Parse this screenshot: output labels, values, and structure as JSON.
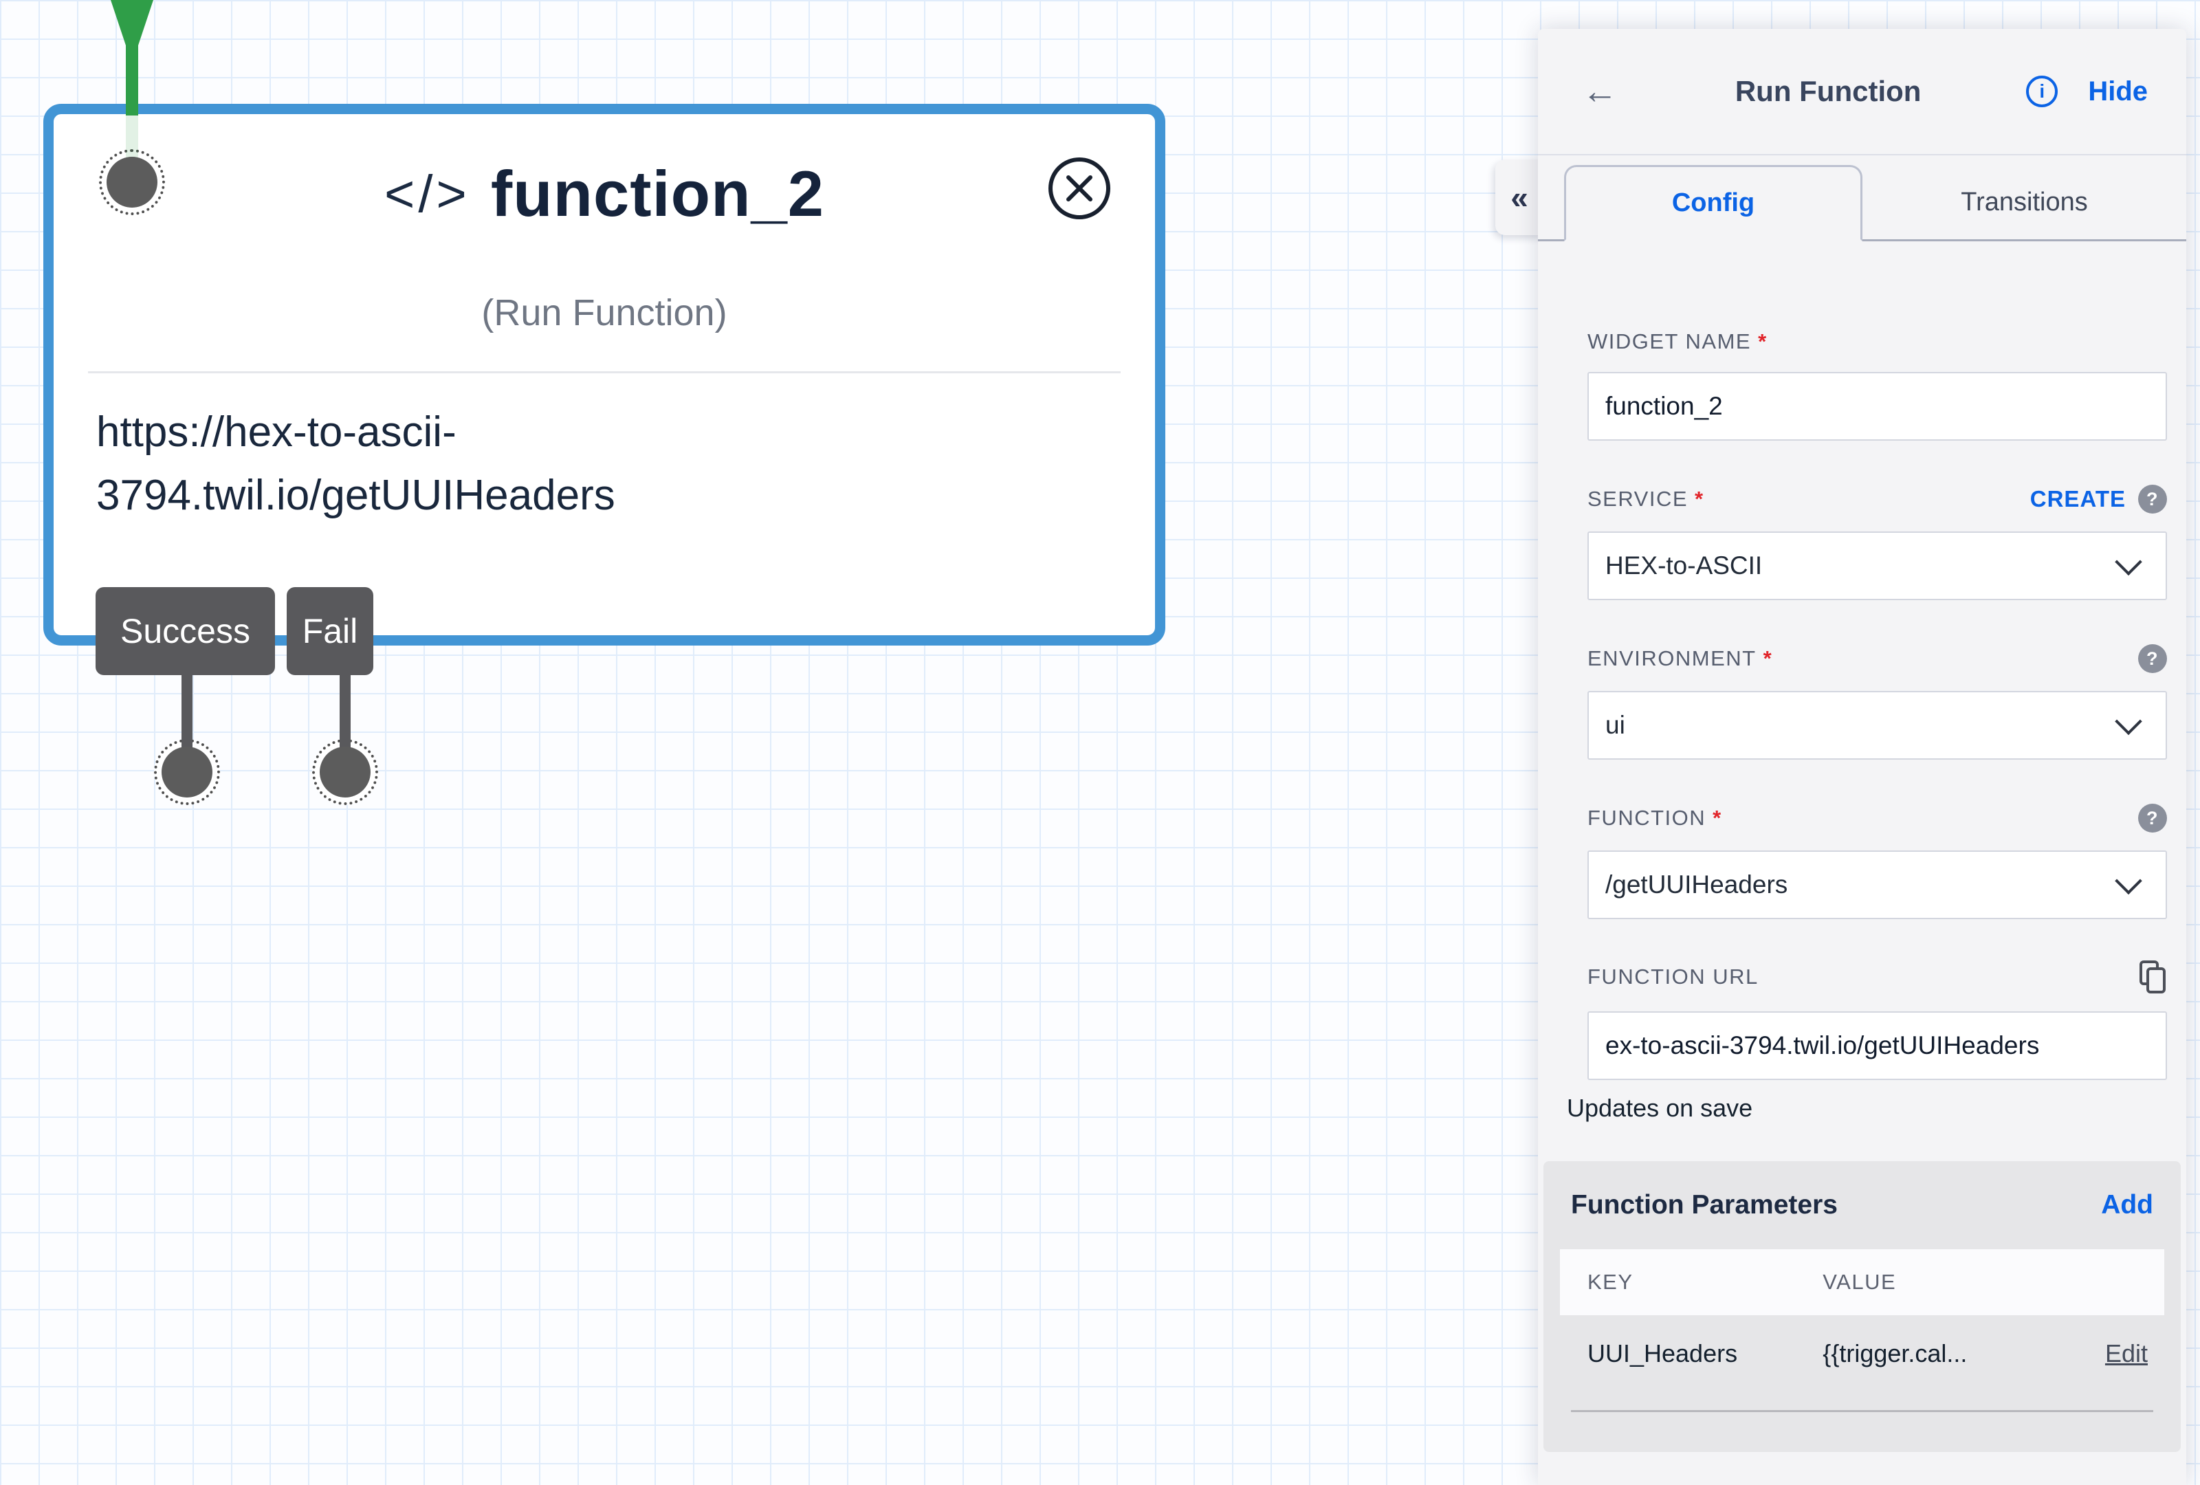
{
  "colors": {
    "accent_blue": "#0B63E5",
    "widget_border_blue": "#4295D5",
    "connector_green": "#2F9E48",
    "dark_text": "#121C2D",
    "label_gray": "#565D6E",
    "required_red": "#E1242A",
    "transition_button_gray": "#59595C",
    "panel_bg": "#F4F4F6",
    "params_card_bg": "#E6E6E8",
    "canvas_grid": "#E0ECFB"
  },
  "icons": {
    "back": "←",
    "collapse": "«",
    "info": "i",
    "help": "?",
    "code": "</>"
  },
  "canvas": {
    "widget": {
      "title": "function_2",
      "type_label": "(Run Function)",
      "url_line1": "https://hex-to-ascii-",
      "url_line2": "3794.twil.io/getUUIHeaders",
      "transitions": [
        {
          "label": "Success"
        },
        {
          "label": "Fail"
        }
      ]
    }
  },
  "panel": {
    "title": "Run Function",
    "hide_label": "Hide",
    "tabs": [
      {
        "label": "Config"
      },
      {
        "label": "Transitions"
      }
    ],
    "fields": {
      "widget_name": {
        "label": "WIDGET NAME",
        "required": "*",
        "value": "function_2"
      },
      "service": {
        "label": "SERVICE",
        "required": "*",
        "action": "CREATE",
        "value": "HEX-to-ASCII"
      },
      "environment": {
        "label": "ENVIRONMENT",
        "required": "*",
        "value": "ui"
      },
      "function": {
        "label": "FUNCTION",
        "required": "*",
        "value": "/getUUIHeaders"
      },
      "function_url": {
        "label": "FUNCTION URL",
        "value": "ex-to-ascii-3794.twil.io/getUUIHeaders",
        "note": "Updates on save"
      }
    },
    "parameters": {
      "title": "Function Parameters",
      "add_label": "Add",
      "columns": [
        "KEY",
        "VALUE"
      ],
      "rows": [
        {
          "key": "UUI_Headers",
          "value": "{{trigger.cal...",
          "action": "Edit"
        }
      ]
    }
  }
}
